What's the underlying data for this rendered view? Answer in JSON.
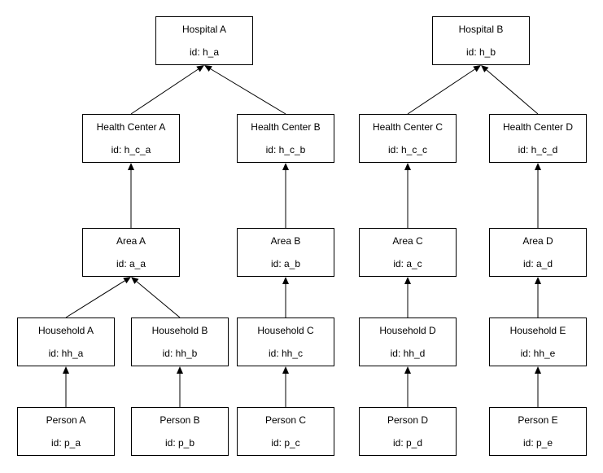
{
  "nodes": {
    "hospital_a": {
      "title": "Hospital A",
      "id_text": "id: h_a"
    },
    "hospital_b": {
      "title": "Hospital B",
      "id_text": "id: h_b"
    },
    "hc_a": {
      "title": "Health Center A",
      "id_text": "id: h_c_a"
    },
    "hc_b": {
      "title": "Health Center B",
      "id_text": "id: h_c_b"
    },
    "hc_c": {
      "title": "Health Center C",
      "id_text": "id: h_c_c"
    },
    "hc_d": {
      "title": "Health Center D",
      "id_text": "id: h_c_d"
    },
    "area_a": {
      "title": "Area A",
      "id_text": "id: a_a"
    },
    "area_b": {
      "title": "Area B",
      "id_text": "id: a_b"
    },
    "area_c": {
      "title": "Area C",
      "id_text": "id: a_c"
    },
    "area_d": {
      "title": "Area D",
      "id_text": "id: a_d"
    },
    "hh_a": {
      "title": "Household A",
      "id_text": "id: hh_a"
    },
    "hh_b": {
      "title": "Household B",
      "id_text": "id: hh_b"
    },
    "hh_c": {
      "title": "Household C",
      "id_text": "id: hh_c"
    },
    "hh_d": {
      "title": "Household D",
      "id_text": "id: hh_d"
    },
    "hh_e": {
      "title": "Household E",
      "id_text": "id: hh_e"
    },
    "person_a": {
      "title": "Person A",
      "id_text": "id: p_a"
    },
    "person_b": {
      "title": "Person B",
      "id_text": "id: p_b"
    },
    "person_c": {
      "title": "Person C",
      "id_text": "id: p_c"
    },
    "person_d": {
      "title": "Person D",
      "id_text": "id: p_d"
    },
    "person_e": {
      "title": "Person E",
      "id_text": "id: p_e"
    }
  },
  "edges": [
    {
      "from": "hc_a",
      "to": "hospital_a"
    },
    {
      "from": "hc_b",
      "to": "hospital_a"
    },
    {
      "from": "hc_c",
      "to": "hospital_b"
    },
    {
      "from": "hc_d",
      "to": "hospital_b"
    },
    {
      "from": "area_a",
      "to": "hc_a"
    },
    {
      "from": "area_b",
      "to": "hc_b"
    },
    {
      "from": "area_c",
      "to": "hc_c"
    },
    {
      "from": "area_d",
      "to": "hc_d"
    },
    {
      "from": "hh_a",
      "to": "area_a"
    },
    {
      "from": "hh_b",
      "to": "area_a"
    },
    {
      "from": "hh_c",
      "to": "area_b"
    },
    {
      "from": "hh_d",
      "to": "area_c"
    },
    {
      "from": "hh_e",
      "to": "area_d"
    },
    {
      "from": "person_a",
      "to": "hh_a"
    },
    {
      "from": "person_b",
      "to": "hh_b"
    },
    {
      "from": "person_c",
      "to": "hh_c"
    },
    {
      "from": "person_d",
      "to": "hh_d"
    },
    {
      "from": "person_e",
      "to": "hh_e"
    }
  ],
  "colors": {
    "background": "#ffffff",
    "stroke": "#000000",
    "text": "#000000"
  }
}
